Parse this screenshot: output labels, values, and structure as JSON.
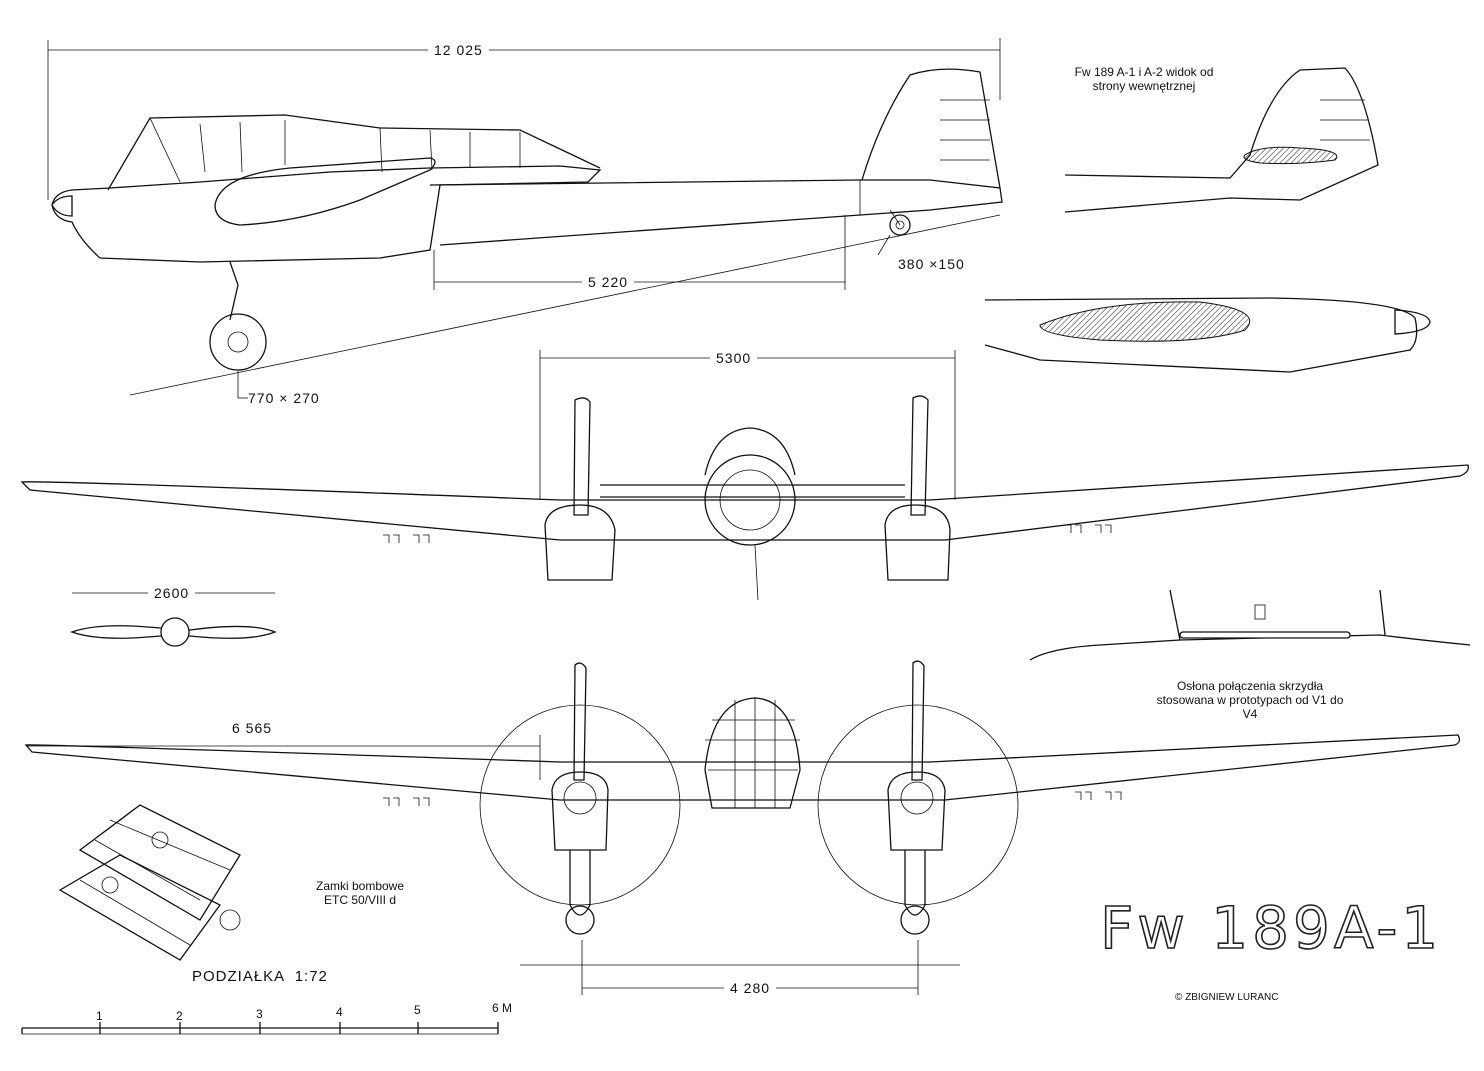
{
  "drawing": {
    "title": "Fw 189A-1",
    "copyright": "© ZBIGNIEW LURANC"
  },
  "dimensions": {
    "length": "12 025",
    "tail_length": "5 220",
    "tail_wheel": "380 ×150",
    "main_wheel": "770 × 270",
    "boom_spacing": "5300",
    "propeller": "2600",
    "half_span": "6 565",
    "track": "4 280"
  },
  "notes": {
    "inner_view": "Fw 189 A-1 i A-2 widok od\nstrony wewnętrznej",
    "wing_fairing": "Osłona połączenia skrzydła\nstosowana w prototypach od V1 do V4",
    "bomb_racks": "Zamki bombowe\nETC 50/VIII d"
  },
  "scale": {
    "label": "PODZIAŁKA  1:72",
    "ticks": [
      "1",
      "2",
      "3",
      "4",
      "5",
      "6 M"
    ]
  }
}
